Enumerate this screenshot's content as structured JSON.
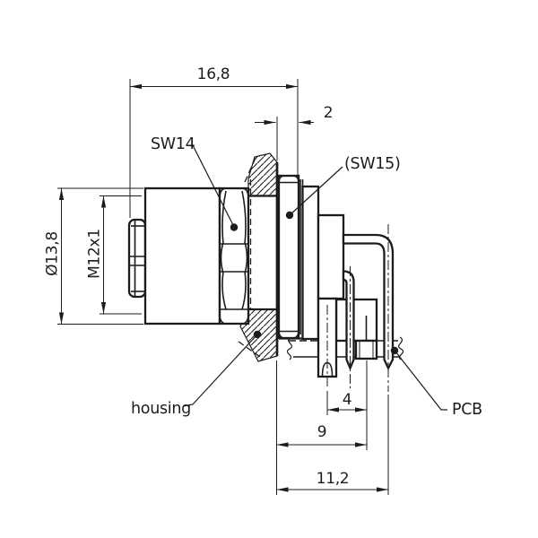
{
  "drawing": {
    "title": "M12 panel-mount connector with angled PCB contacts, side section view",
    "colors": {
      "line": "#1c1c1c",
      "background": "#ffffff"
    },
    "dimensions": {
      "overall_depth": "16,8",
      "locknut_thickness": "2",
      "body_diameter": "Ø13,8",
      "thread": "M12x1",
      "pin_spacing": "4",
      "pin_row_depth": "9",
      "total_pin_depth": "11,2"
    },
    "labels": {
      "front_hex": "SW14",
      "rear_hex": "(SW15)",
      "panel": "housing",
      "board": "PCB"
    }
  }
}
